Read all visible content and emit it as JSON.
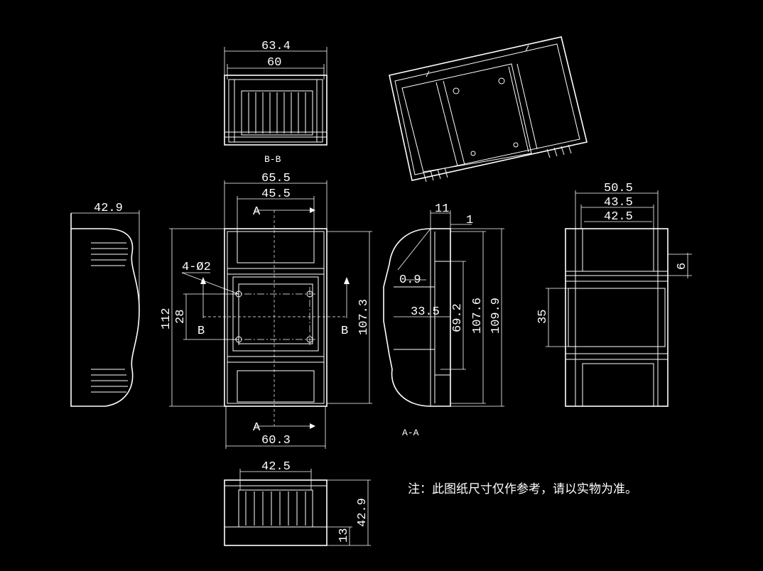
{
  "drawing": {
    "dimensions": {
      "top_outer_width": "63.4",
      "top_inner_width": "60",
      "front_overall_width": "65.5",
      "front_inner_width": "45.5",
      "front_bottom_width": "60.3",
      "front_height": "112",
      "hole_spacing_vertical": "28",
      "front_inner_height": "107.3",
      "holes": "4-Ø2",
      "left_depth": "42.9",
      "section_top_offset": "11",
      "section_wall": "1",
      "section_step": "0.9",
      "section_depth": "33.5",
      "section_inner_h1": "69.2",
      "section_inner_h2": "107.6",
      "section_inner_h3": "109.9",
      "right_w1": "50.5",
      "right_w2": "43.5",
      "right_w3": "42.5",
      "right_small": "6",
      "right_h": "35",
      "bottom_width": "42.5",
      "bottom_height": "42.9",
      "bottom_small": "13"
    },
    "labels": {
      "section_bb": "B-B",
      "section_aa": "A-A",
      "cut_a": "A",
      "cut_b": "B"
    },
    "note": "注：此图纸尺寸仅作参考，请以实物为准。"
  }
}
